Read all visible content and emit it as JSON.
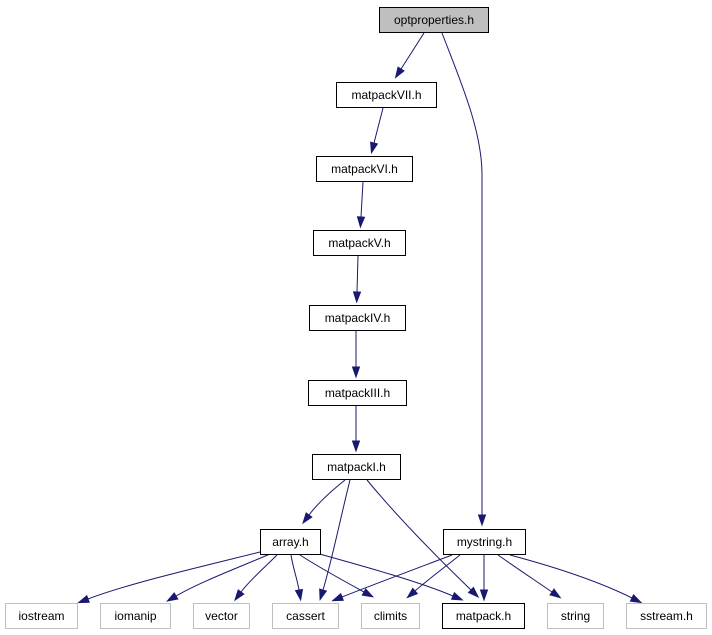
{
  "colors": {
    "edge": "#191970",
    "root_fill": "#bfbfbf",
    "root_border": "#000000",
    "local_border": "#000000",
    "system_border": "#bfbfbf",
    "fill": "#ffffff"
  },
  "nodes": [
    {
      "id": "optproperties",
      "label": "optproperties.h",
      "kind": "root"
    },
    {
      "id": "matpackVII",
      "label": "matpackVII.h",
      "kind": "local"
    },
    {
      "id": "matpackVI",
      "label": "matpackVI.h",
      "kind": "local"
    },
    {
      "id": "matpackV",
      "label": "matpackV.h",
      "kind": "local"
    },
    {
      "id": "matpackIV",
      "label": "matpackIV.h",
      "kind": "local"
    },
    {
      "id": "matpackIII",
      "label": "matpackIII.h",
      "kind": "local"
    },
    {
      "id": "matpackI",
      "label": "matpackI.h",
      "kind": "local"
    },
    {
      "id": "array",
      "label": "array.h",
      "kind": "local"
    },
    {
      "id": "mystring",
      "label": "mystring.h",
      "kind": "local"
    },
    {
      "id": "iostream",
      "label": "iostream",
      "kind": "system"
    },
    {
      "id": "iomanip",
      "label": "iomanip",
      "kind": "system"
    },
    {
      "id": "vector",
      "label": "vector",
      "kind": "system"
    },
    {
      "id": "cassert",
      "label": "cassert",
      "kind": "system"
    },
    {
      "id": "climits",
      "label": "climits",
      "kind": "system"
    },
    {
      "id": "matpack",
      "label": "matpack.h",
      "kind": "local"
    },
    {
      "id": "string",
      "label": "string",
      "kind": "system"
    },
    {
      "id": "sstream",
      "label": "sstream.h",
      "kind": "system"
    }
  ],
  "edges": [
    {
      "from": "optproperties",
      "to": "matpackVII"
    },
    {
      "from": "optproperties",
      "to": "mystring"
    },
    {
      "from": "matpackVII",
      "to": "matpackVI"
    },
    {
      "from": "matpackVI",
      "to": "matpackV"
    },
    {
      "from": "matpackV",
      "to": "matpackIV"
    },
    {
      "from": "matpackIV",
      "to": "matpackIII"
    },
    {
      "from": "matpackIII",
      "to": "matpackI"
    },
    {
      "from": "matpackI",
      "to": "array"
    },
    {
      "from": "matpackI",
      "to": "cassert"
    },
    {
      "from": "matpackI",
      "to": "matpack"
    },
    {
      "from": "array",
      "to": "iostream"
    },
    {
      "from": "array",
      "to": "iomanip"
    },
    {
      "from": "array",
      "to": "vector"
    },
    {
      "from": "array",
      "to": "cassert"
    },
    {
      "from": "array",
      "to": "climits"
    },
    {
      "from": "array",
      "to": "matpack"
    },
    {
      "from": "mystring",
      "to": "cassert"
    },
    {
      "from": "mystring",
      "to": "climits"
    },
    {
      "from": "mystring",
      "to": "matpack"
    },
    {
      "from": "mystring",
      "to": "string"
    },
    {
      "from": "mystring",
      "to": "sstream"
    }
  ]
}
